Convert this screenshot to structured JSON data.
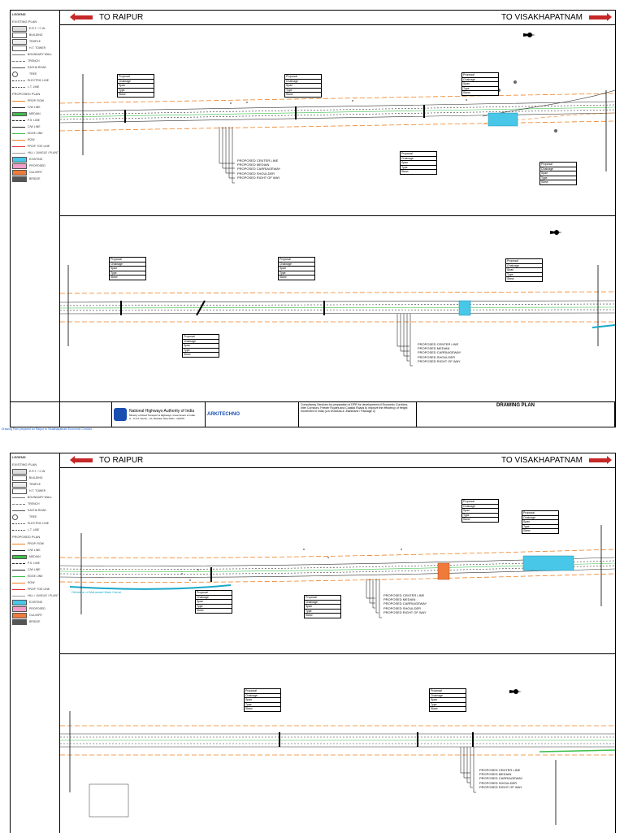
{
  "directions": {
    "left": "TO RAIPUR",
    "right": "TO VISAKHAPATNAM"
  },
  "legend": {
    "title": "LEGEND",
    "existing_heading": "EXISTING PLAN",
    "proposed_heading": "PROPOSED PLAN",
    "items_existing": [
      "E.R.T. / C.W.",
      "BUILDING",
      "TEMPLE",
      "H.T. TOWER",
      "BOUNDARY WALL",
      "TRENCH",
      "KACHA ROAD",
      "TREE",
      "ELECTRIC LINE",
      "L.T. LINE"
    ],
    "items_proposed": [
      "PROP. ROW",
      "C/W LINE",
      "MEDIAN",
      "P.S. LINE",
      "C/W LINE",
      "EDGE LINE",
      "ROW",
      "PROP. TOE LINE",
      "HILL / JUNGLE / PLANT",
      "EXISTING",
      "PROPOSED",
      "CULVERT",
      "BRIDGE"
    ]
  },
  "callout_labels": [
    "PROPOSED CENTER LINE",
    "PROPOSED MEDIAN",
    "PROPOSED CARRIAGEWAY",
    "PROPOSED SHOULDER",
    "PROPOSED RIGHT OF WAY"
  ],
  "box_rows": [
    "Proposal",
    "Chainage",
    "Span",
    "Type",
    "Skew"
  ],
  "offtake": "Ofetakhe of Mahanadi Main Canal",
  "title_block": {
    "authority": "National Highways Authority of India",
    "ministry": "Ministry of Road Transport & Highways, Government of India",
    "address": "G - 5 & 6, Sector - 10, Dwarka, New Delhi - 110075",
    "consultant": "ARKITECHNO",
    "project": "Consultancy Services for preparation of DPR for development of Economic Corridors, Inter Corridors, Feeder Routes and Coastal Roads to improve the efficiency of freight movement in India (Lot 4/Odisha & Jharkhand / Package 2)",
    "drawing_title": "DRAWING PLAN"
  },
  "note": "Drawing Plan prepared for Raipur to Visakhapatnam Economic Corridor"
}
